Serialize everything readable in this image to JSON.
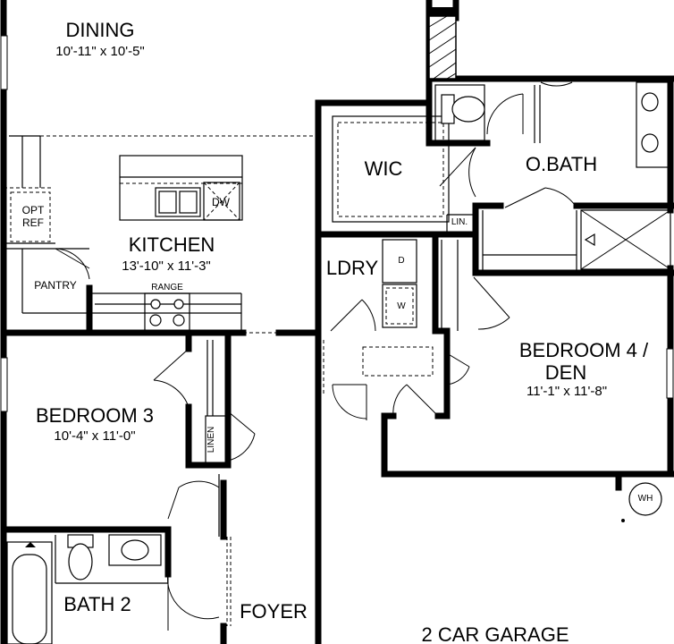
{
  "rooms": {
    "dining": {
      "name": "DINING",
      "dims": "10'-11\" x 10'-5\""
    },
    "kitchen": {
      "name": "KITCHEN",
      "dims": "13'-10\" x 11'-3\""
    },
    "wic": {
      "name": "WIC"
    },
    "obath": {
      "name": "O.BATH"
    },
    "ldry": {
      "name": "LDRY"
    },
    "bedroom4": {
      "name": "BEDROOM 4 /",
      "name2": "DEN",
      "dims": "11'-1\" x 11'-8\""
    },
    "bedroom3": {
      "name": "BEDROOM 3",
      "dims": "10'-4\" x 11'-0\""
    },
    "bath2": {
      "name": "BATH 2"
    },
    "foyer": {
      "name": "FOYER"
    },
    "garage": {
      "name": "2 CAR GARAGE"
    }
  },
  "fixtures": {
    "pantry": "PANTRY",
    "range": "RANGE",
    "dw": "DW",
    "opt_ref_1": "OPT",
    "opt_ref_2": "REF",
    "lin": "LIN.",
    "linen": "LINEN",
    "dryer": "D",
    "washer": "W",
    "water_heater": "WH"
  }
}
